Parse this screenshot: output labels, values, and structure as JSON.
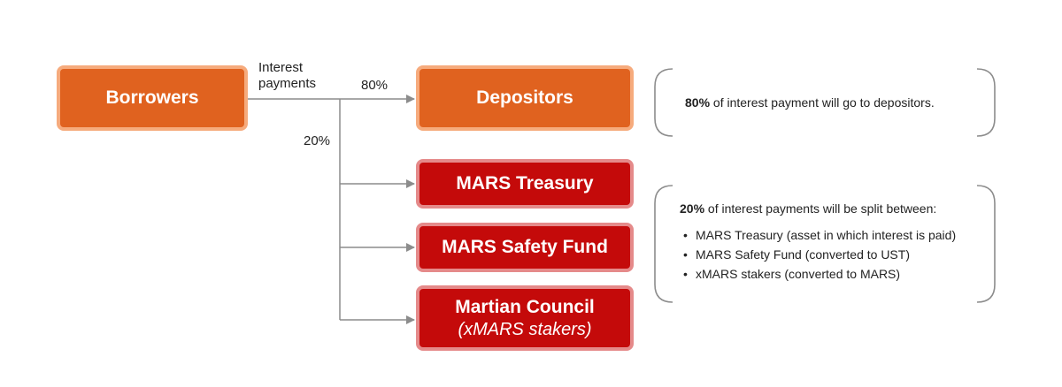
{
  "nodes": {
    "borrowers": "Borrowers",
    "depositors": "Depositors",
    "treasury": "MARS Treasury",
    "safety_fund": "MARS Safety Fund",
    "council": "Martian Council",
    "council_sub": "(xMARS stakers)"
  },
  "labels": {
    "interest_line1": "Interest",
    "interest_line2": "payments",
    "pct_depositors": "80%",
    "pct_split": "20%"
  },
  "notes": {
    "depositors": {
      "bold": "80%",
      "text": " of interest payment will go to depositors."
    },
    "split": {
      "bold": "20%",
      "text": " of interest payments will be split between:",
      "items": [
        "MARS Treasury (asset in which interest is paid)",
        "MARS Safety Fund (converted to UST)",
        "xMARS stakers (converted to MARS)"
      ]
    }
  },
  "colors": {
    "orange_fill": "#e0621f",
    "orange_border": "#f6ab7d",
    "red_fill": "#c40a0a",
    "red_border": "#e58a8a",
    "connector": "#8c8c8c",
    "bracket": "#8c8c8c"
  }
}
